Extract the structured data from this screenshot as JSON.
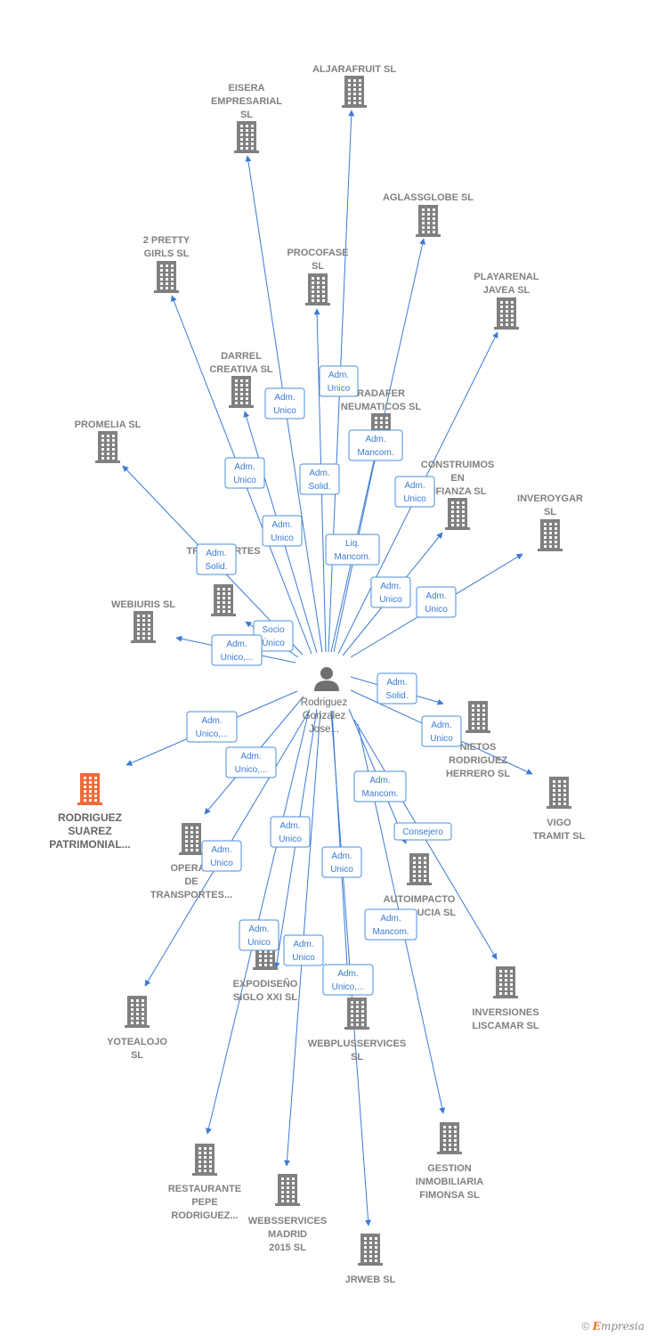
{
  "colors": {
    "edge": "#3a7bd5",
    "node": "#808080",
    "highlight": "#f26a3a"
  },
  "center": {
    "name_lines": [
      "Rodriguez",
      "Gonzalez",
      "Jose..."
    ],
    "icon": "person-icon"
  },
  "nodes": [
    {
      "id": "aljarafruit",
      "lines": [
        "ALJARAFRUIT SL"
      ],
      "icon": "building-icon"
    },
    {
      "id": "eisera",
      "lines": [
        "EISERA",
        "EMPRESARIAL",
        "SL"
      ],
      "icon": "building-icon"
    },
    {
      "id": "aglassglobe",
      "lines": [
        "AGLASSGLOBE SL"
      ],
      "icon": "building-icon"
    },
    {
      "id": "pretty",
      "lines": [
        "2 PRETTY",
        "GIRLS SL"
      ],
      "icon": "building-icon"
    },
    {
      "id": "procofase",
      "lines": [
        "PROCOFASE",
        "SL"
      ],
      "icon": "building-icon"
    },
    {
      "id": "playarenal",
      "lines": [
        "PLAYARENAL",
        "JAVEA SL"
      ],
      "icon": "building-icon"
    },
    {
      "id": "darrel",
      "lines": [
        "DARREL",
        "CREATIVA SL"
      ],
      "icon": "building-icon"
    },
    {
      "id": "radafer",
      "lines": [
        "RADAFER",
        "NEUMATICOS SL"
      ],
      "icon": "building-icon"
    },
    {
      "id": "promelia",
      "lines": [
        "PROMELIA SL"
      ],
      "icon": "building-icon"
    },
    {
      "id": "construimos",
      "lines": [
        "CONSTRUIMOS",
        "EN",
        "NFIANZA SL"
      ],
      "icon": "building-icon"
    },
    {
      "id": "inveroygar",
      "lines": [
        "INVEROYGAR",
        "SL"
      ],
      "icon": "building-icon"
    },
    {
      "id": "transportes",
      "lines": [
        "TRANSPORTES"
      ],
      "icon": "building-icon"
    },
    {
      "id": "webiuris",
      "lines": [
        "WEBIURIS SL"
      ],
      "icon": "building-icon"
    },
    {
      "id": "nietos",
      "lines": [
        "NIETOS",
        "RODRIGUEZ",
        "HERRERO SL"
      ],
      "icon": "building-icon"
    },
    {
      "id": "vigo",
      "lines": [
        "VIGO",
        "TRAMIT SL"
      ],
      "icon": "building-icon"
    },
    {
      "id": "rodriguez_suarez",
      "lines": [
        "RODRIGUEZ",
        "SUAREZ",
        "PATRIMONIAL..."
      ],
      "icon": "building-icon"
    },
    {
      "id": "operad",
      "lines": [
        "OPERAD",
        "DE",
        "TRANSPORTES..."
      ],
      "icon": "building-icon"
    },
    {
      "id": "autoimpacto",
      "lines": [
        "AUTOIMPACTO",
        "ANDALUCIA SL"
      ],
      "icon": "building-icon"
    },
    {
      "id": "expodiseno",
      "lines": [
        "EXPODISEÑO",
        "SIGLO XXI SL"
      ],
      "icon": "building-icon"
    },
    {
      "id": "inversiones",
      "lines": [
        "INVERSIONES",
        "LISCAMAR SL"
      ],
      "icon": "building-icon"
    },
    {
      "id": "yotealojo",
      "lines": [
        "YOTEALOJO",
        "SL"
      ],
      "icon": "building-icon"
    },
    {
      "id": "webplus",
      "lines": [
        "WEBPLUSSERVICES",
        "SL"
      ],
      "icon": "building-icon"
    },
    {
      "id": "gestion",
      "lines": [
        "GESTION",
        "INMOBILIARIA",
        "FIMONSA SL"
      ],
      "icon": "building-icon"
    },
    {
      "id": "restaurante",
      "lines": [
        "RESTAURANTE",
        "PEPE",
        "RODRIGUEZ..."
      ],
      "icon": "building-icon"
    },
    {
      "id": "webservices",
      "lines": [
        "WEBSSERVICES",
        "MADRID",
        "2015 SL"
      ],
      "icon": "building-icon"
    },
    {
      "id": "jrweb",
      "lines": [
        "JRWEB SL"
      ],
      "icon": "building-icon"
    }
  ],
  "edges": [
    {
      "to": "aljarafruit",
      "lines": [
        "Adm.",
        "Unico"
      ]
    },
    {
      "to": "eisera",
      "lines": [
        "Adm.",
        "Unico"
      ]
    },
    {
      "to": "aglassglobe",
      "lines": [
        "Adm.",
        "Mancom."
      ]
    },
    {
      "to": "pretty",
      "lines": [
        "Adm.",
        "Unico"
      ]
    },
    {
      "to": "procofase",
      "lines": [
        "Adm.",
        "Solid."
      ]
    },
    {
      "to": "playarenal",
      "lines": [
        "Adm.",
        "Unico"
      ]
    },
    {
      "to": "darrel",
      "lines": [
        "Adm.",
        "Unico"
      ]
    },
    {
      "to": "radafer",
      "lines": [
        "Liq.",
        "Mancom."
      ]
    },
    {
      "to": "promelia",
      "lines": [
        "Adm.",
        "Solid."
      ]
    },
    {
      "to": "construimos",
      "lines": [
        "Adm.",
        "Unico"
      ]
    },
    {
      "to": "inveroygar",
      "lines": [
        "Adm.",
        "Unico"
      ]
    },
    {
      "to": "transportes",
      "lines": [
        "Socio",
        "Único"
      ]
    },
    {
      "to": "webiuris",
      "lines": [
        "Adm.",
        "Unico,..."
      ]
    },
    {
      "to": "nietos",
      "lines": [
        "Adm.",
        "Solid."
      ]
    },
    {
      "to": "vigo",
      "lines": [
        "Adm.",
        "Unico"
      ]
    },
    {
      "to": "rodriguez_suarez",
      "lines": [
        "Adm.",
        "Unico,..."
      ]
    },
    {
      "to": "operad",
      "lines": [
        "Adm.",
        "Unico,..."
      ]
    },
    {
      "to": "autoimpacto",
      "lines": [
        "Consejero"
      ]
    },
    {
      "to": "expodiseno",
      "lines": [
        "Adm.",
        "Unico"
      ]
    },
    {
      "to": "inversiones",
      "lines": [
        "Adm.",
        "Mancom."
      ]
    },
    {
      "to": "yotealojo",
      "lines": [
        "Adm.",
        "Unico"
      ]
    },
    {
      "to": "webplus",
      "lines": [
        "Adm.",
        "Unico"
      ]
    },
    {
      "to": "gestion",
      "lines": [
        "Adm.",
        "Mancom."
      ]
    },
    {
      "to": "restaurante",
      "lines": [
        "Adm.",
        "Unico"
      ]
    },
    {
      "to": "webservices",
      "lines": [
        "Adm.",
        "Unico"
      ]
    },
    {
      "to": "jrweb",
      "lines": [
        "Adm.",
        "Unico,..."
      ]
    }
  ],
  "footer": {
    "copyright": "©",
    "brand_initial": "E",
    "brand_rest": "mpresia"
  }
}
